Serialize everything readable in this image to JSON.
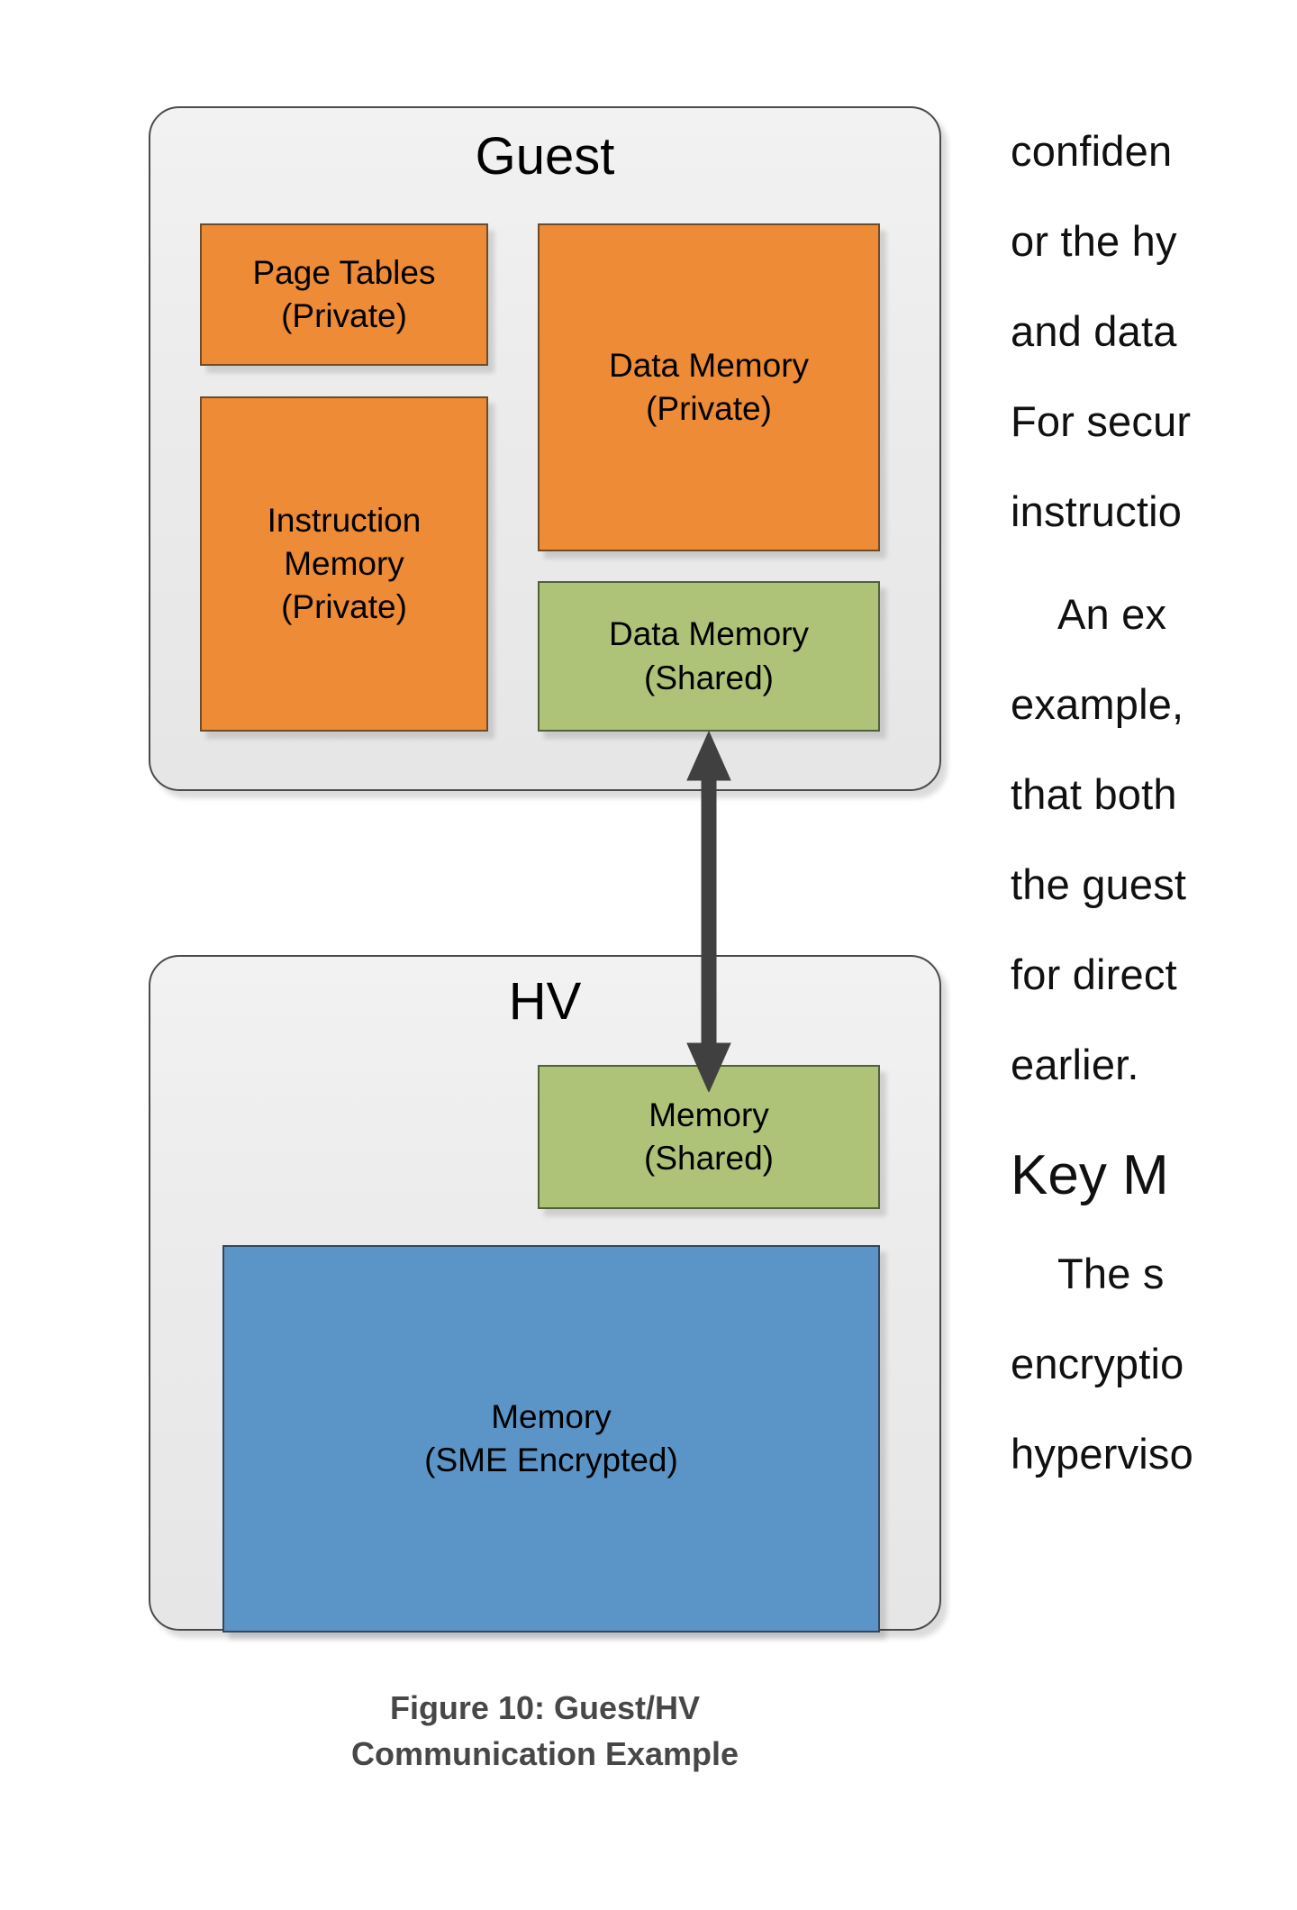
{
  "figure": {
    "guest": {
      "title": "Guest",
      "boxes": [
        {
          "name": "page-tables",
          "line1": "Page Tables",
          "line2": "(Private)",
          "color": "#ED8B36"
        },
        {
          "name": "instruction-memory",
          "line1": "Instruction",
          "line2": "Memory",
          "line3": "(Private)",
          "color": "#ED8B36"
        },
        {
          "name": "data-memory-private",
          "line1": "Data Memory",
          "line2": "(Private)",
          "color": "#ED8B36"
        },
        {
          "name": "data-memory-shared",
          "line1": "Data Memory",
          "line2": "(Shared)",
          "color": "#AEC278"
        }
      ]
    },
    "hv": {
      "title": "HV",
      "boxes": [
        {
          "name": "memory-shared",
          "line1": "Memory",
          "line2": "(Shared)",
          "color": "#AEC278"
        },
        {
          "name": "memory-sme-encrypted",
          "line1": "Memory",
          "line2": "(SME Encrypted)",
          "color": "#5B94C6"
        }
      ]
    },
    "arrow": {
      "name": "bidirectional-arrow",
      "color": "#404040",
      "direction": "both"
    },
    "caption": {
      "line1": "Figure 10: Guest/HV",
      "line2": "Communication Example"
    },
    "colors": {
      "orange": "#ED8B36",
      "green": "#AEC278",
      "blue": "#5B94C6",
      "group_fill": "#EDEDED",
      "group_border": "#4A4A4A",
      "caption_text": "#474747"
    }
  },
  "body_text": {
    "paragraph_1": [
      "confiden",
      "or the hy",
      "and data",
      "For secur",
      "instructio"
    ],
    "paragraph_2": [
      "An ex",
      "example,",
      "that both",
      "the guest",
      "for direct",
      "earlier."
    ],
    "heading": "Key M",
    "paragraph_3": [
      "The s",
      "encryptio",
      "hyperviso"
    ]
  }
}
